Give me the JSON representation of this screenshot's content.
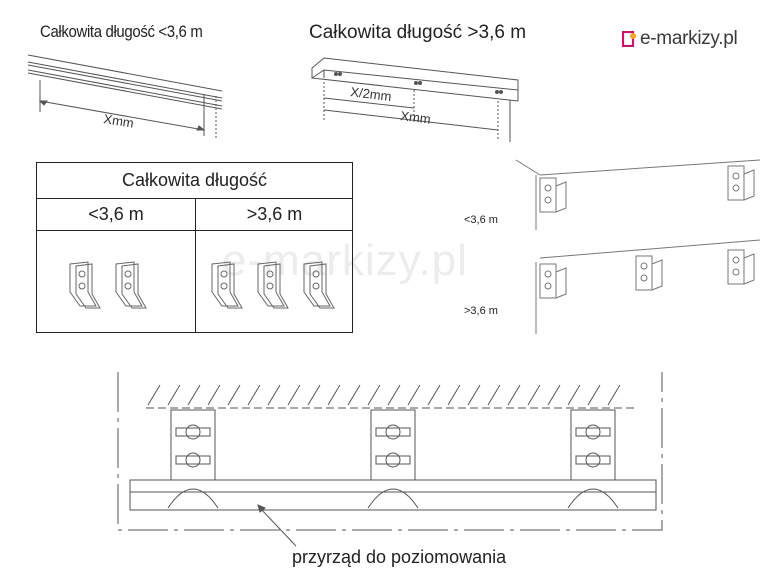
{
  "brand": {
    "logo_text": "e-markizy.pl",
    "watermark_text": "e-markizy.pl",
    "logo_color": "#c2186b",
    "accent_color": "#f5a623"
  },
  "top": {
    "left_title": "Całkowita długość <3,6 m",
    "left_dimension": "Xmm",
    "right_title": "Całkowita długość >3,6 m",
    "right_dimension_half": "X/2mm",
    "right_dimension_full": "Xmm"
  },
  "table": {
    "header": "Całkowita długość",
    "col1": "<3,6 m",
    "col2": ">3,6 m",
    "col1_bracket_count": 2,
    "col2_bracket_count": 3
  },
  "wall_diagram": {
    "label_short": "<3,6 m",
    "label_long": ">3,6 m"
  },
  "bottom": {
    "caption": "przyrząd do poziomowania"
  }
}
